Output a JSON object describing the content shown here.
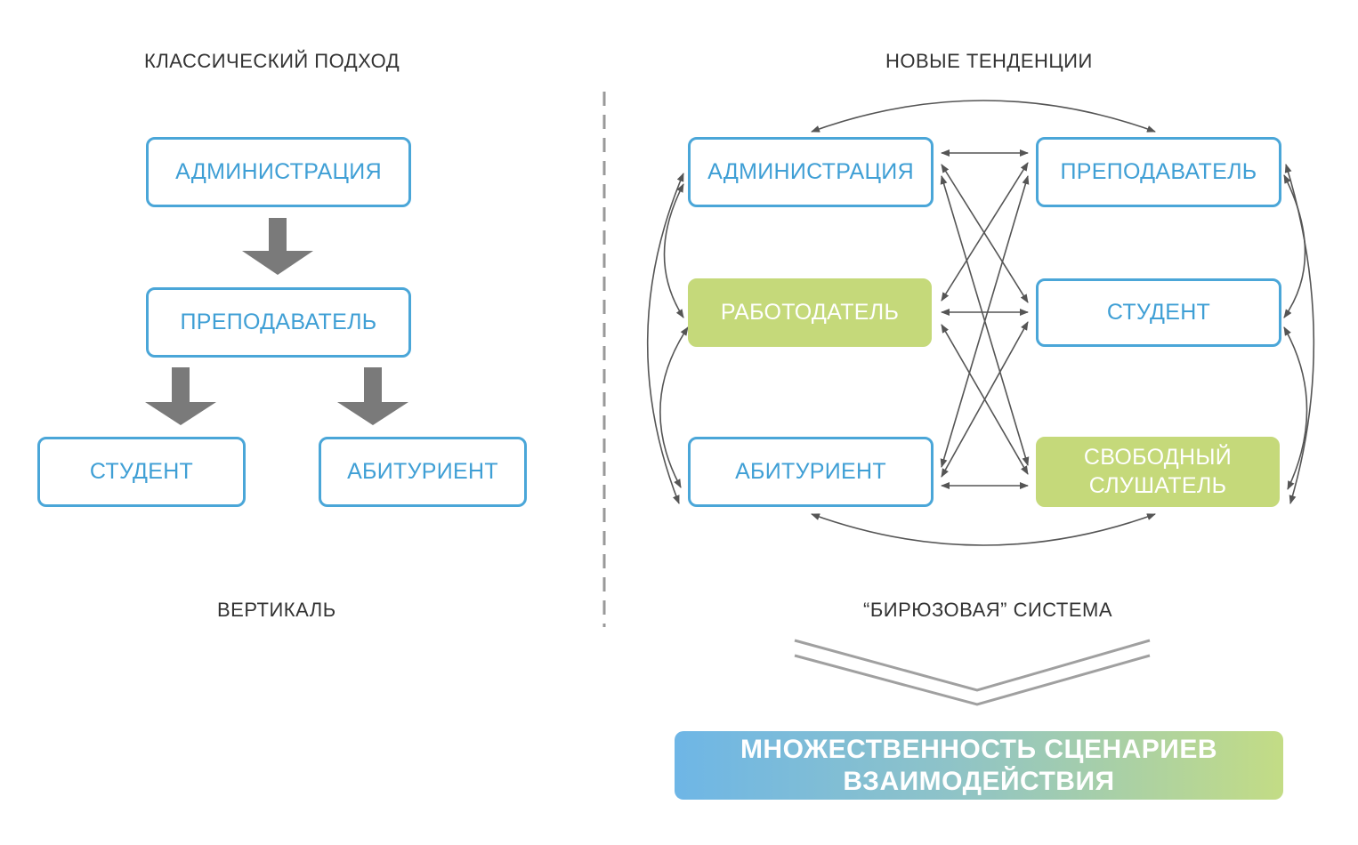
{
  "left_panel": {
    "heading": "КЛАССИЧЕСКИЙ  ПОДХОД",
    "boxes": {
      "administration": "АДМИНИСТРАЦИЯ",
      "teacher": "ПРЕПОДАВАТЕЛЬ",
      "student": "СТУДЕНТ",
      "applicant": "АБИТУРИЕНТ"
    },
    "footer": "ВЕРТИКАЛЬ"
  },
  "right_panel": {
    "heading": "НОВЫЕ ТЕНДЕНЦИИ",
    "boxes": {
      "administration": "АДМИНИСТРАЦИЯ",
      "teacher": "ПРЕПОДАВАТЕЛЬ",
      "employer": "РАБОТОДАТЕЛЬ",
      "student": "СТУДЕНТ",
      "applicant": "АБИТУРИЕНТ",
      "free_listener_line1": "СВОБОДНЫЙ",
      "free_listener_line2": "СЛУШАТЕЛЬ"
    },
    "footer": "“БИРЮЗОВАЯ” СИСТЕМА"
  },
  "conclusion": {
    "line1": "МНОЖЕСТВЕННОСТЬ СЦЕНАРИЕВ",
    "line2": "ВЗАИМОДЕЙСТВИЯ"
  },
  "colors": {
    "box_border": "#4aa6d8",
    "box_text": "#3f9fd5",
    "green_fill": "#c5d97a",
    "arrow_gray": "#777777",
    "connector_gray": "#555555",
    "divider_gray": "#999999"
  }
}
